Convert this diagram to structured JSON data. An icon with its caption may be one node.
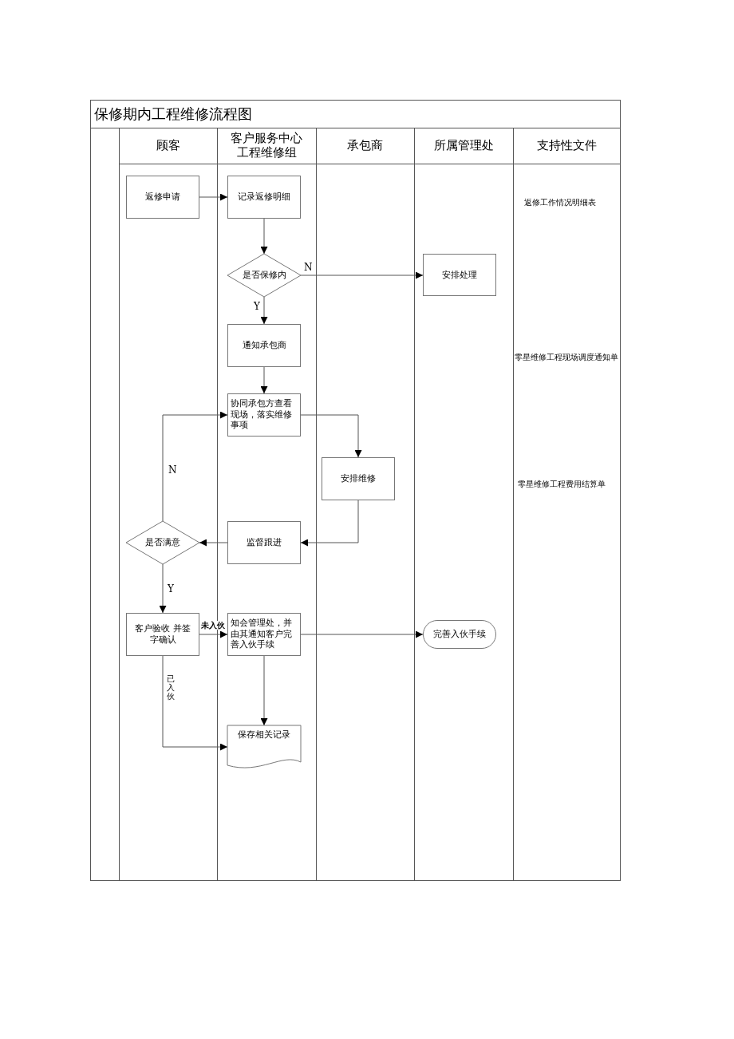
{
  "diagram": {
    "title": "保修期内工程维修流程图",
    "nodes": [
      {
        "text": [
          "返修申请"
        ]
      },
      {
        "text": [
          "记录返修明细"
        ]
      },
      {
        "text": [
          "是否保修内"
        ]
      },
      {
        "text": [
          "安排处理"
        ]
      },
      {
        "text": [
          "通知承包商"
        ]
      },
      {
        "text": [
          "协同承包方查看现场，落实维修事项"
        ]
      },
      {
        "text": [
          "安排维修"
        ]
      },
      {
        "text": [
          "监督跟进"
        ]
      },
      {
        "text": [
          "是否满意"
        ]
      },
      {
        "text": [
          "客户验收 并签字确认"
        ]
      },
      {
        "text": [
          "知会管理处，并由其通知客户完善入伙手续"
        ]
      },
      {
        "text": [
          "完善入伙手续"
        ]
      },
      {
        "text": [
          "保存相关记录"
        ]
      }
    ],
    "edges": [
      {
        "from": 0,
        "to": 1,
        "arrow": "to"
      },
      {
        "from": 1,
        "to": 2,
        "arrow": "to"
      },
      {
        "from": 2,
        "to": 3,
        "arrow": "to",
        "label": "N"
      },
      {
        "from": 2,
        "to": 4,
        "arrow": "to",
        "label": "Y"
      },
      {
        "from": 4,
        "to": 5,
        "arrow": "to"
      },
      {
        "from": 5,
        "to": 6,
        "arrow": "to"
      },
      {
        "from": 6,
        "to": 7,
        "arrow": "to"
      },
      {
        "from": 7,
        "to": 8,
        "arrow": "to"
      },
      {
        "from": 8,
        "to": 5,
        "arrow": "to",
        "label": "N"
      },
      {
        "from": 8,
        "to": 9,
        "arrow": "to",
        "label": "Y"
      },
      {
        "from": 9,
        "to": 10,
        "arrow": "to",
        "label": "未入伙"
      },
      {
        "from": 10,
        "to": 11,
        "arrow": "to"
      },
      {
        "from": 10,
        "to": 12,
        "arrow": "to"
      },
      {
        "from": 9,
        "to": 12,
        "arrow": "to",
        "label": "已入伙"
      }
    ],
    "labels": [
      "顾客",
      "客户服务中心工程维修组",
      "承包商",
      "所属管理处",
      "支持性文件",
      "返修工作情况明细表",
      "零星维修工程现场调度通知单",
      "零星维修工程费用结算单"
    ]
  }
}
